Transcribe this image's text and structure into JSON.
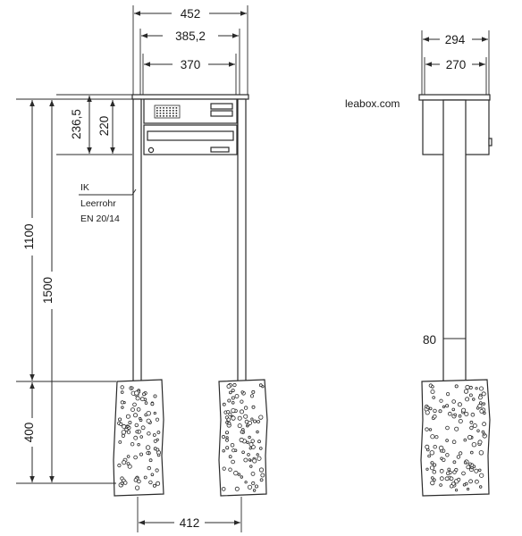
{
  "dimensions": {
    "front_width_outer": "452",
    "front_width_mid": "385,2",
    "front_width_inner": "370",
    "front_post_spacing": "412",
    "box_height_total": "236,5",
    "box_height_inner": "220",
    "height_total": "1100",
    "height_post": "1500",
    "foundation_depth": "400",
    "side_depth_outer": "294",
    "side_depth_inner": "270",
    "side_post_width": "80"
  },
  "labels": {
    "ik": "IK",
    "conduit": "Leerrohr",
    "norm": "EN 20/14",
    "brand": "leabox.com"
  }
}
